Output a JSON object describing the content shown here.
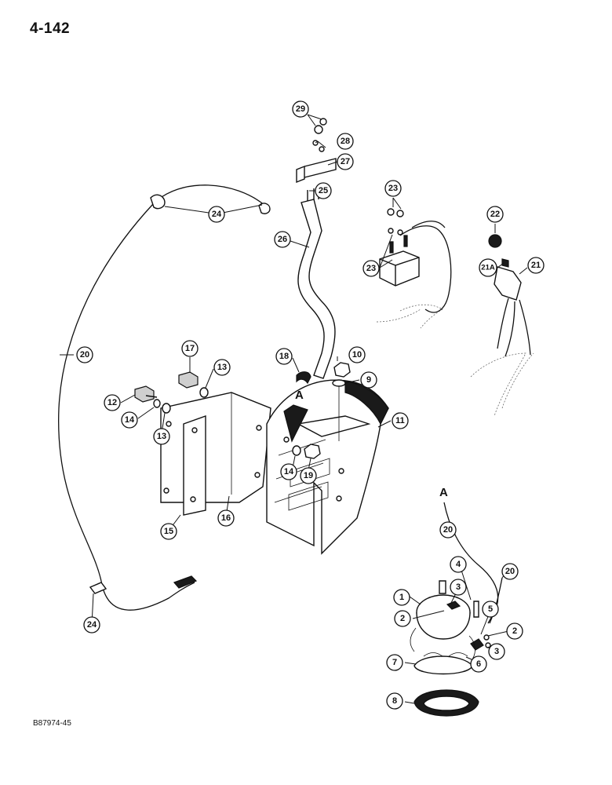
{
  "page_number": "4-142",
  "figure_code": "B87974-45",
  "view_labels": [
    "A",
    "A"
  ],
  "callouts": [
    "29",
    "28",
    "27",
    "25",
    "24",
    "24",
    "26",
    "23",
    "23",
    "22",
    "21A",
    "21",
    "20",
    "17",
    "13",
    "18",
    "10",
    "9",
    "12",
    "14",
    "13",
    "11",
    "14",
    "19",
    "15",
    "16",
    "24",
    "20",
    "20",
    "4",
    "1",
    "3",
    "2",
    "5",
    "2",
    "3",
    "7",
    "6",
    "8"
  ]
}
